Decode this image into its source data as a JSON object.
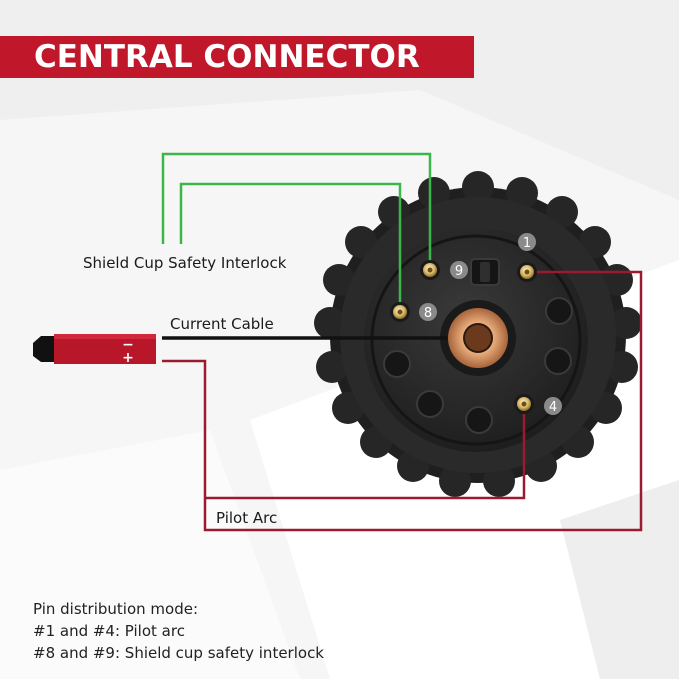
{
  "title": "CENTRAL CONNECTOR",
  "labels": {
    "shield_cup": "Shield Cup Safety Interlock",
    "current_cable": "Current Cable",
    "pilot_arc": "Pilot Arc"
  },
  "pins": {
    "pin1": "1",
    "pin4": "4",
    "pin8": "8",
    "pin9": "9"
  },
  "battery": {
    "minus": "−",
    "plus": "+"
  },
  "notes": {
    "heading": "Pin distribution mode:",
    "line1": "#1 and #4: Pilot arc",
    "line2": "#8 and #9: Shield cup safety interlock"
  },
  "colors": {
    "banner": "#c0172b",
    "green_wire": "#3cb54a",
    "red_wire": "#9b1a30",
    "black_wire": "#111111",
    "connector_body": "#2b2b2b"
  }
}
